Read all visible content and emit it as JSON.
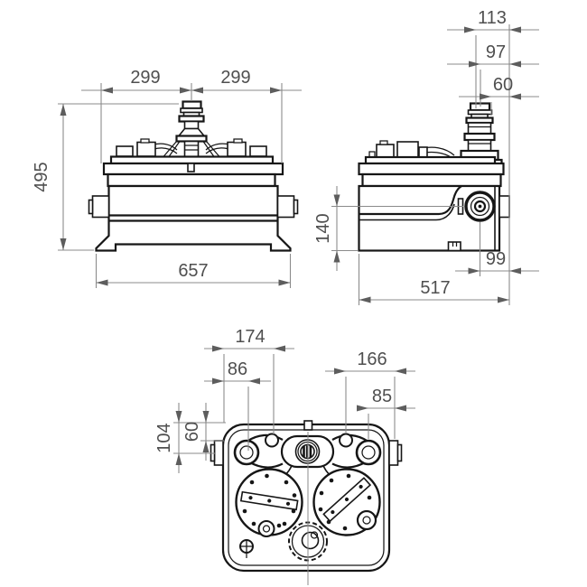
{
  "figure": {
    "kind": "technical-dimension-drawing",
    "views": [
      "front",
      "side",
      "top"
    ]
  },
  "views": {
    "front": {
      "dims": {
        "half_width_left": "299",
        "half_width_right": "299",
        "overall_height": "495",
        "overall_width": "657"
      }
    },
    "side": {
      "dims": {
        "pipe_span": "113",
        "pipe_center_offset": "97",
        "pipe_edge_offset": "60",
        "inlet_center_height": "140",
        "inlet_center_offset": "99",
        "overall_depth": "517"
      }
    },
    "top": {
      "dims": {
        "port_span_left": "174",
        "port_offset_left": "86",
        "port_span_right": "166",
        "port_offset_right": "85",
        "edge_to_port_center": "104",
        "edge_to_small_port": "60"
      }
    }
  },
  "colors": {
    "drawing_line": "#161616",
    "dimension_line": "#8b8b8b",
    "dimension_text": "#4f4f4f",
    "background": "#ffffff"
  }
}
